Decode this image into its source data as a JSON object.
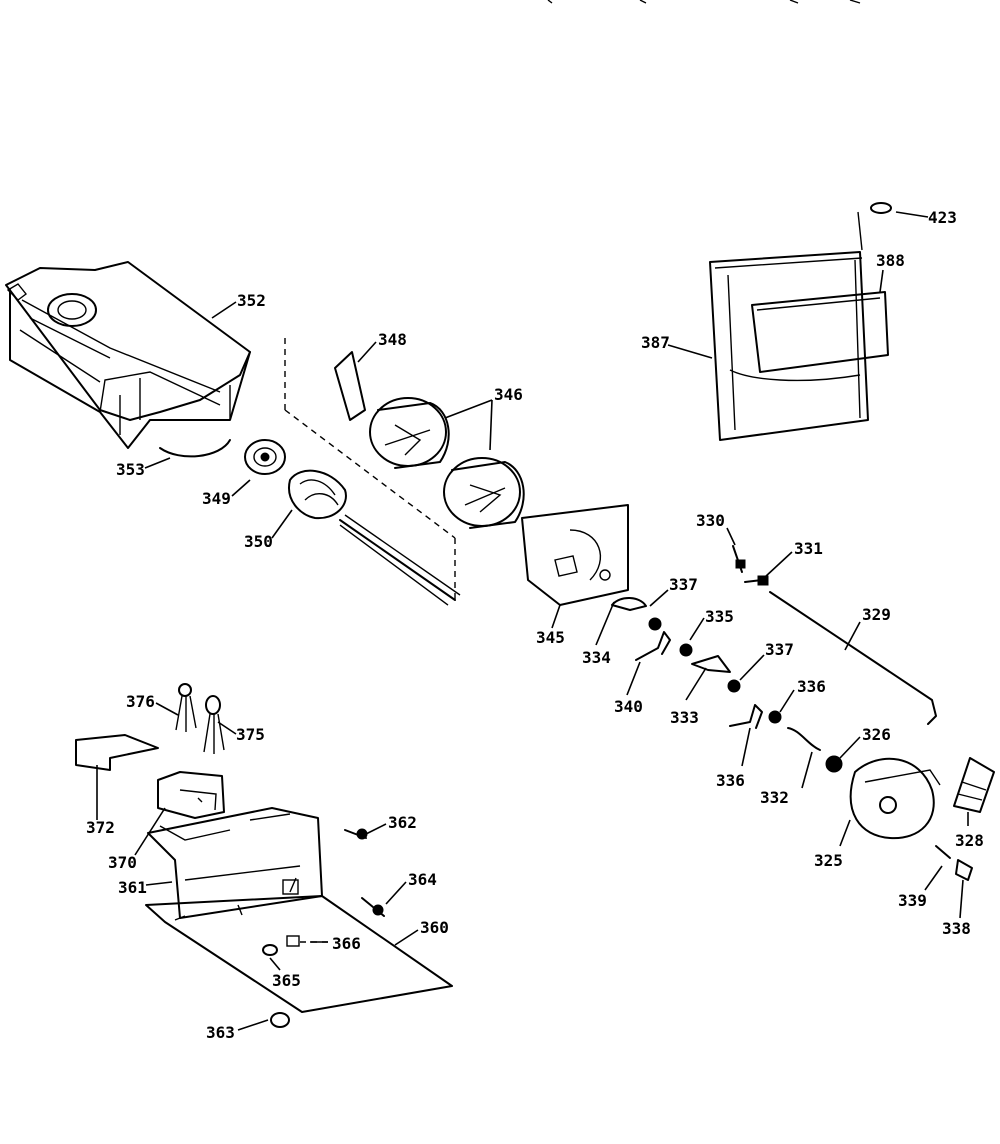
{
  "callouts": [
    "423",
    "388",
    "387",
    "352",
    "348",
    "346",
    "353",
    "349",
    "350",
    "330",
    "331",
    "345",
    "337",
    "334",
    "335",
    "329",
    "340",
    "333",
    "376",
    "375",
    "336",
    "326",
    "372",
    "332",
    "328",
    "370",
    "362",
    "325",
    "361",
    "364",
    "339",
    "338",
    "360",
    "366",
    "365",
    "363"
  ]
}
